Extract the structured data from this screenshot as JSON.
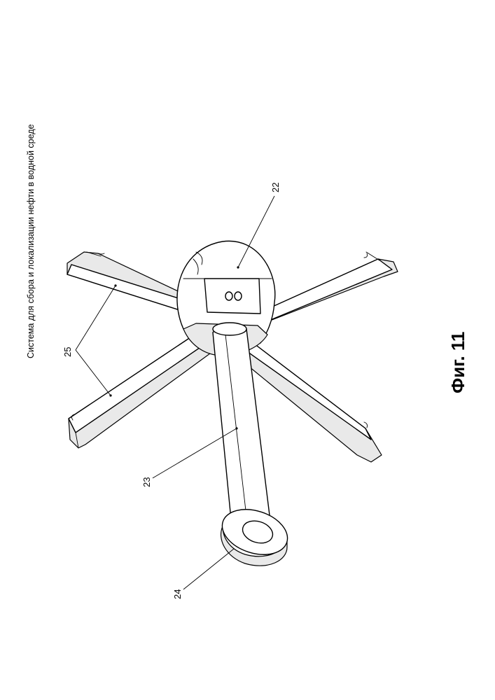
{
  "header": {
    "title": "Система для сбора и локализации нефти в водной среде"
  },
  "figure": {
    "caption": "Фиг. 11"
  },
  "callouts": [
    {
      "label": "22",
      "part": "hub"
    },
    {
      "label": "23",
      "part": "shaft"
    },
    {
      "label": "24",
      "part": "eyelet"
    },
    {
      "label": "25",
      "part": "arms"
    }
  ]
}
